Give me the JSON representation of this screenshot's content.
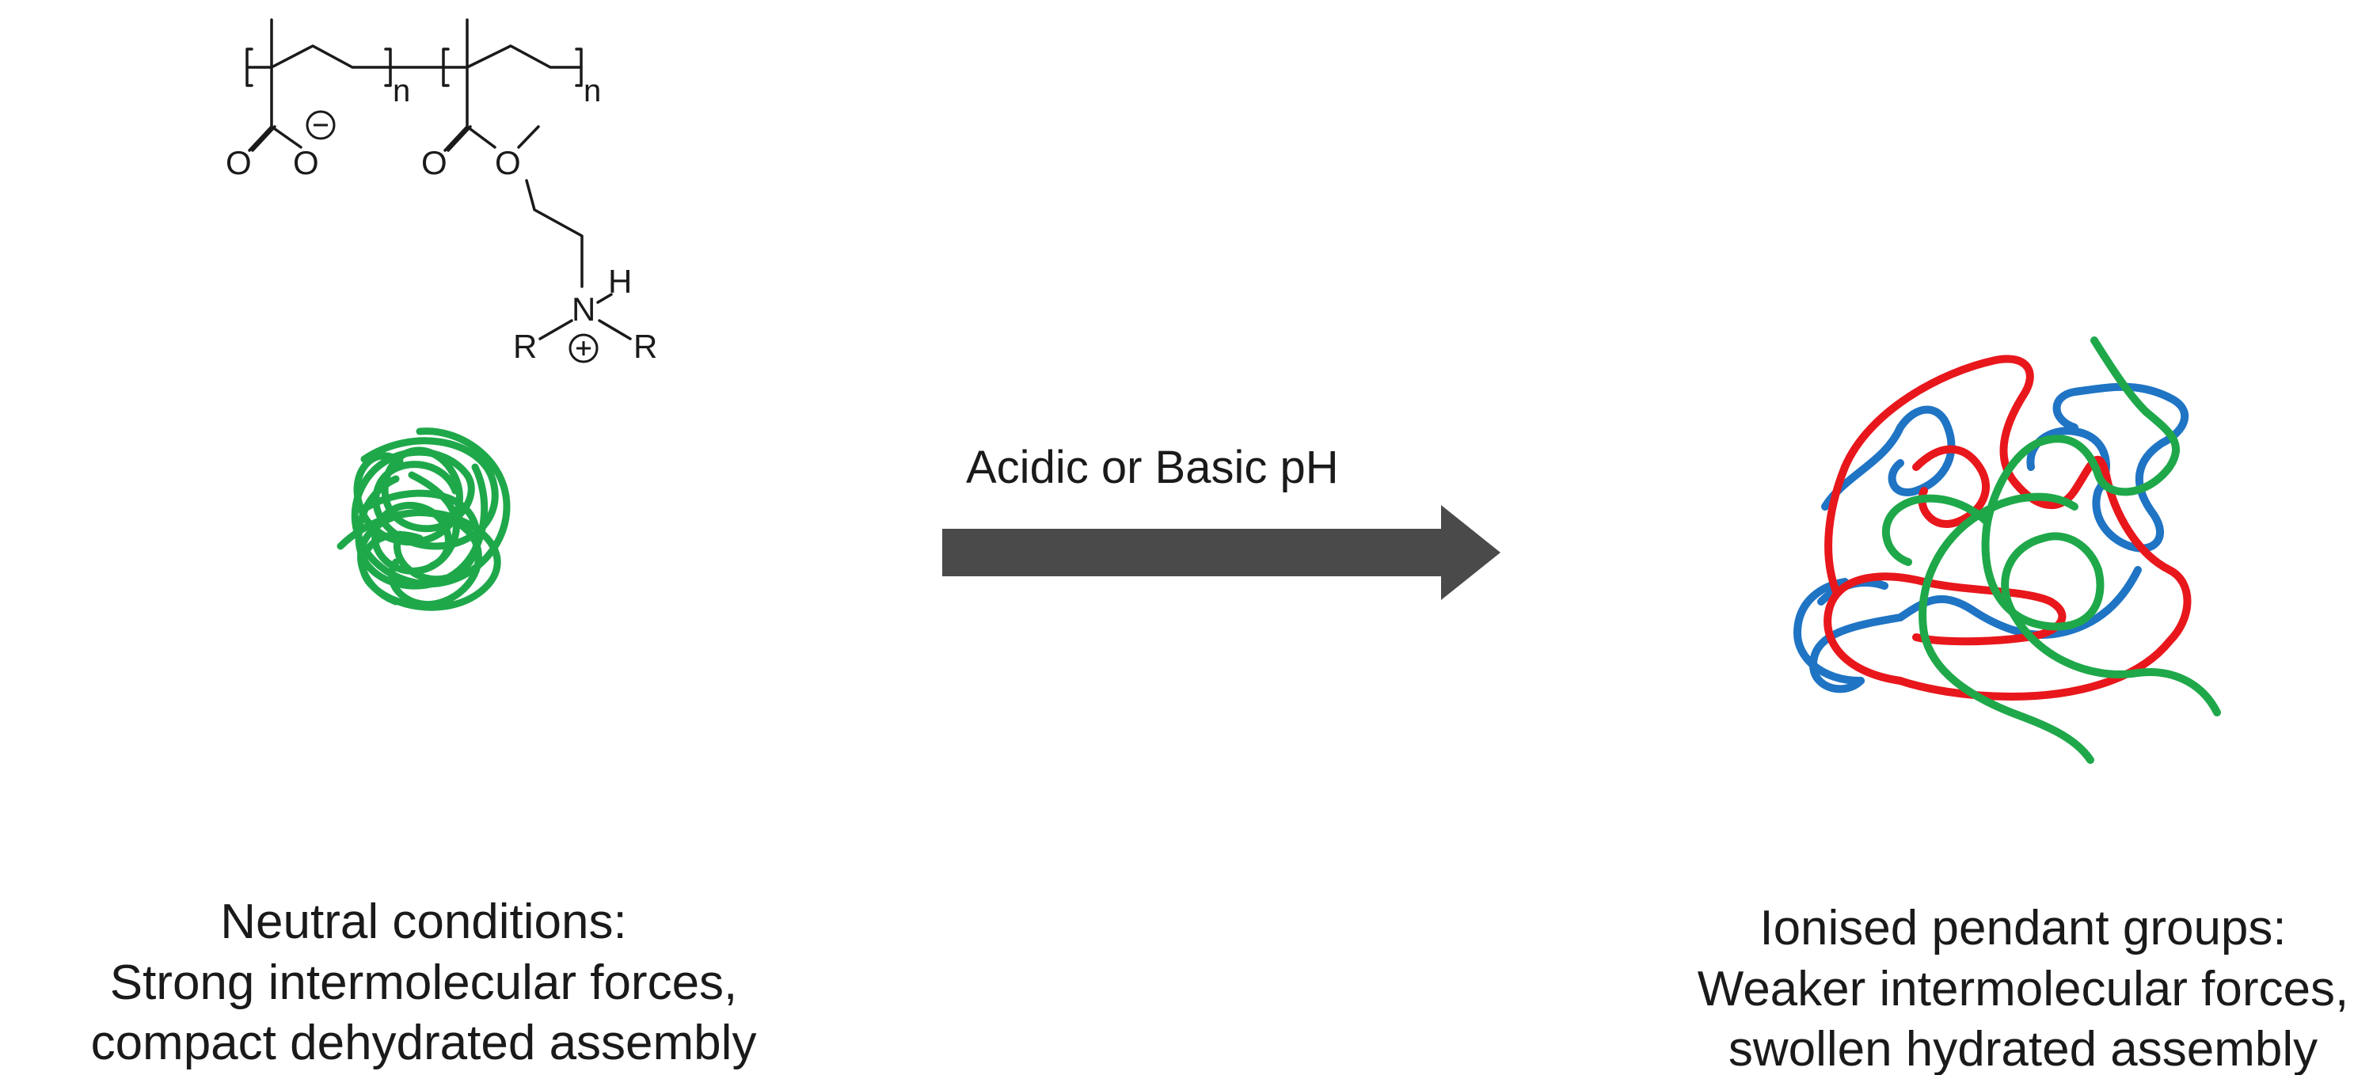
{
  "structure": {
    "atoms": {
      "oxygen": "O",
      "nitrogen": "N",
      "hydrogen": "H",
      "r_group": "R"
    },
    "repeat_subscript": "n",
    "charges": {
      "negative": "⊖",
      "positive": "⊕"
    }
  },
  "arrow": {
    "label": "Acidic or Basic pH",
    "color": "#4a4a4a"
  },
  "left_state": {
    "line1": "Neutral conditions:",
    "line2": "Strong intermolecular forces,",
    "line3": "compact dehydrated assembly",
    "coil_color": "#1fa84a"
  },
  "right_state": {
    "line1": "Ionised pendant groups:",
    "line2": "Weaker intermolecular forces,",
    "line3": "swollen hydrated assembly",
    "coil_colors": [
      "#e8171c",
      "#1f74c4",
      "#1fa84a"
    ]
  }
}
